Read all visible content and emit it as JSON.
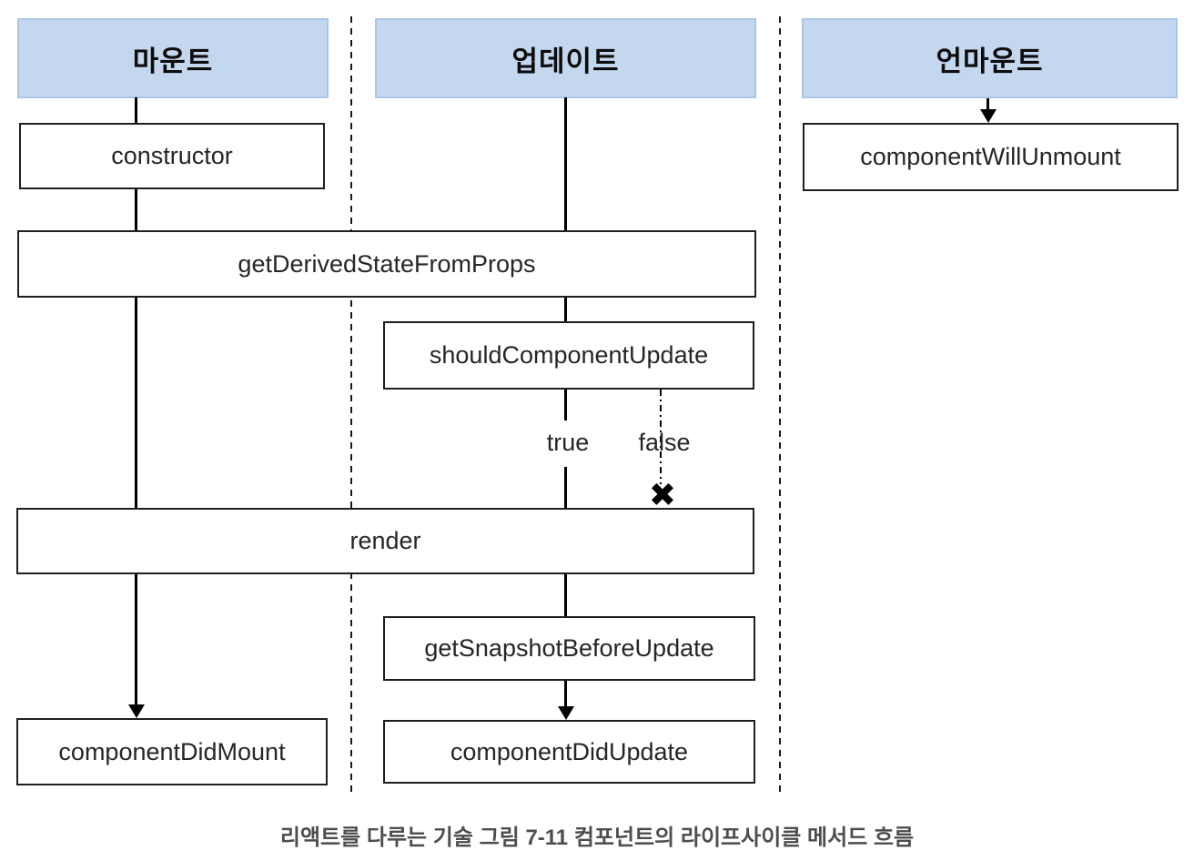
{
  "diagram": {
    "columns": {
      "mount": {
        "header": "마운트"
      },
      "update": {
        "header": "업데이트"
      },
      "unmount": {
        "header": "언마운트"
      }
    },
    "nodes": {
      "constructor": "constructor",
      "getDerivedStateFromProps": "getDerivedStateFromProps",
      "shouldComponentUpdate": "shouldComponentUpdate",
      "render": "render",
      "getSnapshotBeforeUpdate": "getSnapshotBeforeUpdate",
      "componentDidMount": "componentDidMount",
      "componentDidUpdate": "componentDidUpdate",
      "componentWillUnmount": "componentWillUnmount"
    },
    "branch_labels": {
      "true_label": "true",
      "false_label": "false"
    },
    "blocked_icon": "✖",
    "colors": {
      "header_fill": "#c3d7ef",
      "header_border": "#a9c6e6",
      "box_border": "#1f1f1f",
      "flow_line": "#000000",
      "caption_text": "#4d4d4d"
    }
  },
  "caption": "리액트를 다루는 기술 그림 7-11 컴포넌트의 라이프사이클 메서드 흐름"
}
